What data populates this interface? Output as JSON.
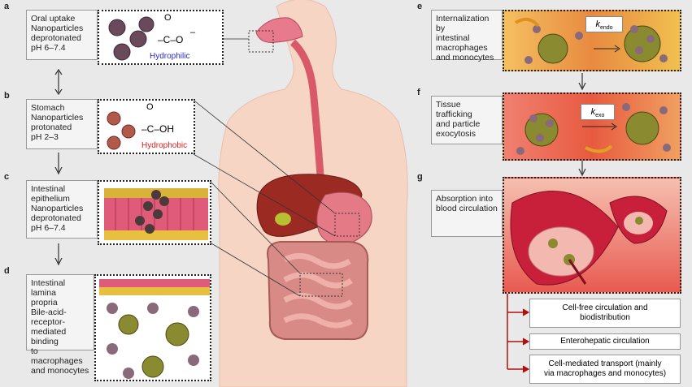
{
  "panels": {
    "a": {
      "letter": "a",
      "text": "Oral uptake\nNanoparticles\ndeprotonated\npH 6–7.4",
      "label": "Hydrophilic",
      "chem_c": "–C–O",
      "chem_o": "O",
      "chem_minus": "–"
    },
    "b": {
      "letter": "b",
      "text": "Stomach\nNanoparticles\nprotonated\npH 2–3",
      "label": "Hydrophobic",
      "chem_c": "–C–OH",
      "chem_o": "O"
    },
    "c": {
      "letter": "c",
      "text": "Intestinal\nepithelium\nNanoparticles\ndeprotonated\npH 6–7.4"
    },
    "d": {
      "letter": "d",
      "text": "Intestinal lamina\npropria\nBile-acid-\nreceptor-\nmediated binding\nto macrophages\nand monocytes"
    },
    "e": {
      "letter": "e",
      "text": "Internalization by\nintestinal\nmacrophages\nand monocytes",
      "rate": "k",
      "rate_sub": "endo"
    },
    "f": {
      "letter": "f",
      "text": "Tissue trafficking\nand particle\nexocytosis",
      "rate": "k",
      "rate_sub": "exo"
    },
    "g": {
      "letter": "g",
      "text": "Absorption into\nblood circulation"
    }
  },
  "outcomes": [
    "Cell-free circulation and\nbiodistribution",
    "Enterohepatic circulation",
    "Cell-mediated transport (mainly\nvia macrophages and monocytes)"
  ],
  "colors": {
    "hydrophilic": "#2a2ad0",
    "hydrophobic": "#e02020",
    "arrow_red": "#b01010",
    "skin": "#f6d5c4"
  }
}
